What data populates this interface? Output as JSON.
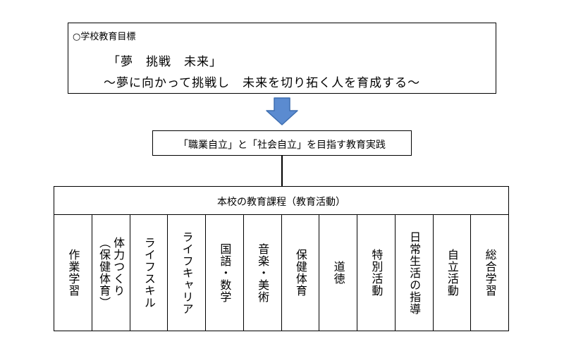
{
  "goal": {
    "heading": "○学校教育目標",
    "motto": "「夢　挑戦　未来」",
    "sub": "～夢に向かって挑戦し　未来を切り拓く人を育成する～"
  },
  "practice": {
    "label": "「職業自立」と「社会自立」を目指す教育実践"
  },
  "curriculum": {
    "title": "本校の教育課程（教育活動）",
    "columns": [
      "作業学習",
      "体力つくり\n（保健体育）",
      "ライフスキル",
      "ライフキャリア",
      "国語・数学",
      "音楽・美術",
      "保健体育",
      "道徳",
      "特別活動",
      "日常生活の指導",
      "自立活動",
      "総合学習"
    ]
  },
  "colors": {
    "arrow_fill": "#5b8bd0",
    "arrow_stroke": "#3e6eb0",
    "line": "#000000"
  }
}
